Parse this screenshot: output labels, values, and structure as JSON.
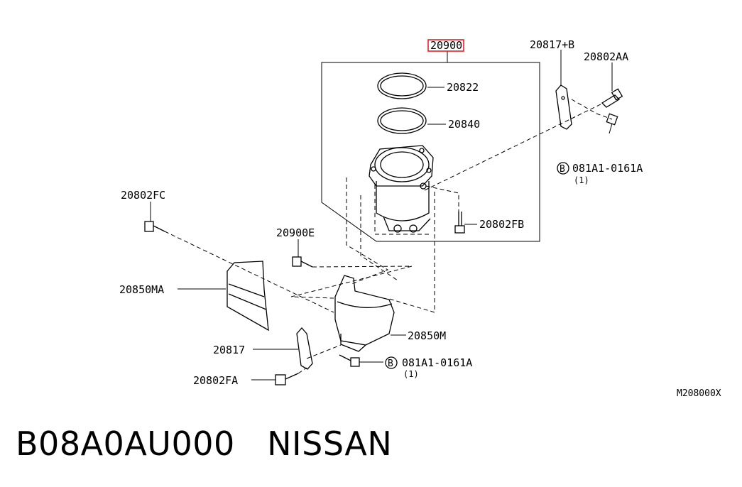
{
  "diagram": {
    "highlight_color": "#e8202a",
    "highlighted_part": "20900",
    "labels": {
      "p20900": "20900",
      "p20822": "20822",
      "p20840": "20840",
      "p20817B": "20817+B",
      "p20802AA": "20802AA",
      "p081A1_top": "081A1-0161A",
      "p081A1_top_qty": "(1)",
      "p20802FB": "20802FB",
      "p20802FC": "20802FC",
      "p20900E": "20900E",
      "p20850MA": "20850MA",
      "p20850M": "20850M",
      "p20817": "20817",
      "p081A1_bot": "081A1-0161A",
      "p081A1_bot_qty": "(1)",
      "p20802FA": "20802FA",
      "bolt_symbol": "B"
    },
    "reference": "M208000X"
  },
  "caption": {
    "part_number": "B08A0AU000",
    "brand": "NISSAN"
  }
}
